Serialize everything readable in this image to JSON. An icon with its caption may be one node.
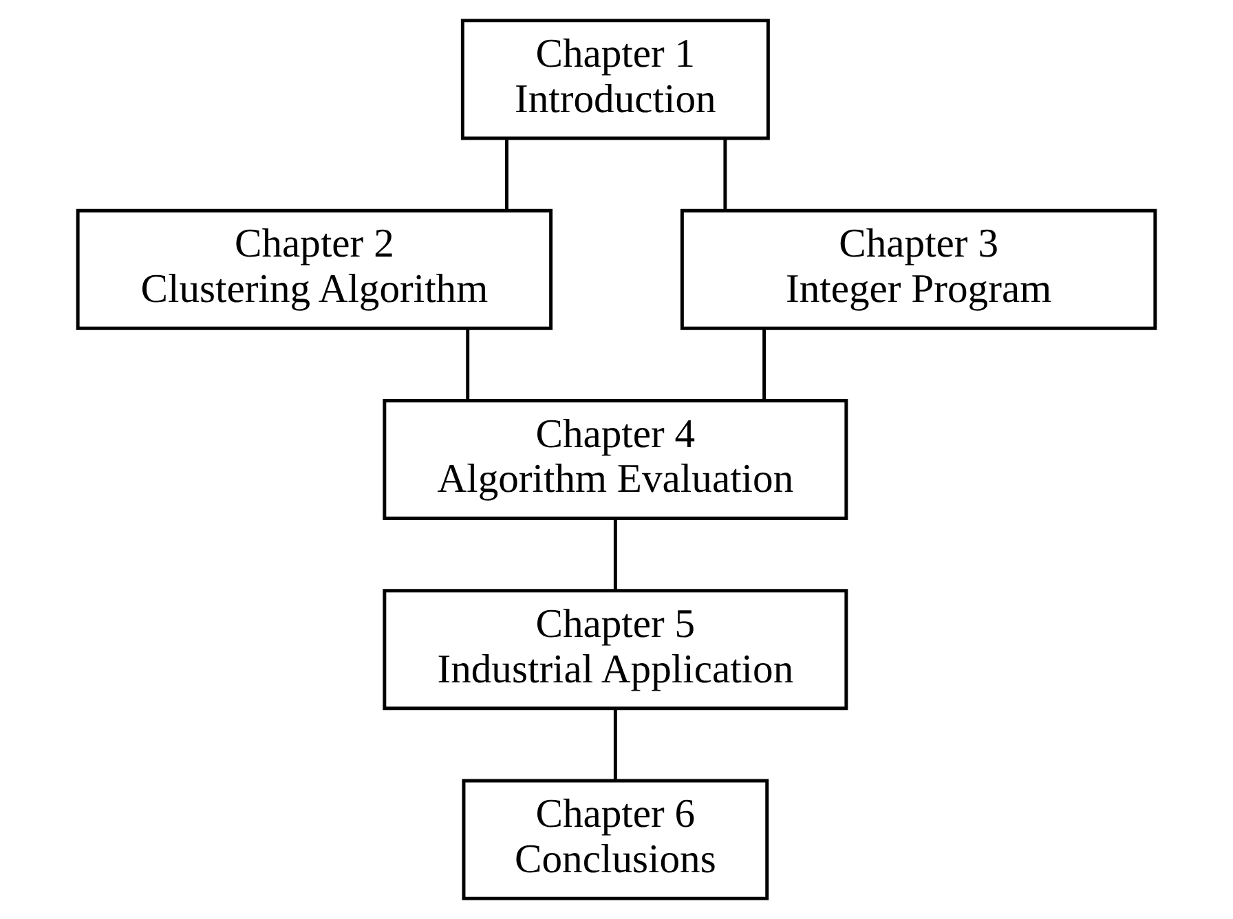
{
  "diagram": {
    "nodes": [
      {
        "text": [
          "Chapter 1",
          "Introduction"
        ]
      },
      {
        "text": [
          "Chapter 2",
          "Clustering Algorithm"
        ]
      },
      {
        "text": [
          "Chapter 3",
          "Integer Program"
        ]
      },
      {
        "text": [
          "Chapter 4",
          "Algorithm Evaluation"
        ]
      },
      {
        "text": [
          "Chapter 5",
          "Industrial Application"
        ]
      },
      {
        "text": [
          "Chapter 6",
          "Conclusions"
        ]
      }
    ],
    "edges": [
      {
        "from": 0,
        "to": 1,
        "arrow": "none"
      },
      {
        "from": 0,
        "to": 2,
        "arrow": "none"
      },
      {
        "from": 1,
        "to": 3,
        "arrow": "none"
      },
      {
        "from": 2,
        "to": 3,
        "arrow": "none"
      },
      {
        "from": 3,
        "to": 4,
        "arrow": "none"
      },
      {
        "from": 4,
        "to": 5,
        "arrow": "none"
      }
    ]
  }
}
